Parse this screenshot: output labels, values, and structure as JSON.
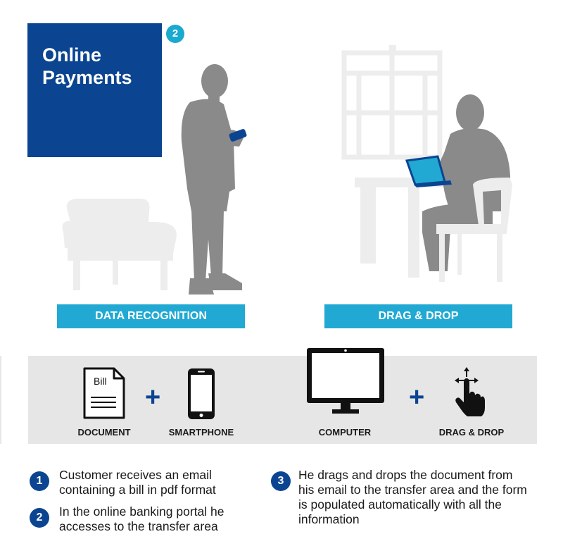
{
  "title": {
    "text": "Online Payments",
    "badge": "2"
  },
  "banners": {
    "left": "DATA RECOGNITION",
    "right": "DRAG & DROP"
  },
  "icons": {
    "bill_text": "Bill",
    "document_label": "DOCUMENT",
    "smartphone_label": "SMARTPHONE",
    "computer_label": "COMPUTER",
    "dragdrop_label": "DRAG & DROP",
    "plus": "+",
    "items": [
      "document-icon",
      "smartphone-icon",
      "computer-icon",
      "drag-drop-hand-icon"
    ]
  },
  "steps": [
    {
      "number": "1",
      "text": "Customer receives an email containing a bill in pdf format"
    },
    {
      "number": "2",
      "text": "In the online banking portal he accesses to the transfer area"
    },
    {
      "number": "3",
      "text": "He drags and drops the document from his email to the transfer area and the form is populated automatically with all the information"
    }
  ],
  "colors": {
    "navy": "#0b4591",
    "cyan": "#21a9d3",
    "silhouette": "#8a8a8a",
    "furniture": "#ededed",
    "strip": "#e6e6e6"
  }
}
